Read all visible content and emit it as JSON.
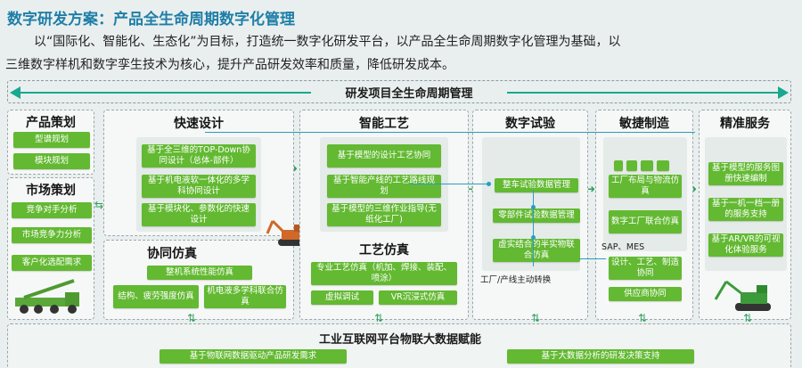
{
  "title": "数字研发方案：产品全生命周期数字化管理",
  "intro": {
    "line1": "以“国际化、智能化、生态化”为目标，打造统一数字化研发平台，以产品全生命周期数字化管理为基础，以",
    "line2": "三维数字样机和数字孪生技术为核心，提升产品研发效率和质量，降低研发成本。"
  },
  "band": {
    "label": "研发项目全生命周期管理"
  },
  "panels": {
    "product_planning": {
      "title": "产品策划",
      "items": [
        "型谱规划",
        "模块规划"
      ]
    },
    "market_planning": {
      "title": "市场策划",
      "items": [
        "竞争对手分析",
        "市场竞争力分析",
        "客户化选配需求"
      ]
    },
    "fast_design": {
      "title": "快速设计",
      "items": [
        "基于全三维的TOP-Down协同设计（总体-部件）",
        "基于机电液软一体化的多学科协同设计",
        "基于模块化、参数化的快速设计"
      ]
    },
    "collab_sim": {
      "title": "协同仿真",
      "items": [
        "整机系统性能仿真",
        "结构、疲劳强度仿真",
        "机电液多学科联合仿真"
      ]
    },
    "smart_process": {
      "title": "智能工艺",
      "items": [
        "基于模型的设计工艺协同",
        "基于智能产线的工艺路线规划",
        "基于模型的三维作业指导(无纸化工厂)"
      ]
    },
    "process_sim": {
      "title": "工艺仿真",
      "items": [
        "专业工艺仿真（机加、焊接、装配、喷涂）",
        "虚拟调试",
        "VR沉浸式仿真"
      ]
    },
    "digital_test": {
      "title": "数字试验",
      "items": [
        "整车试验数据管理",
        "零部件试验数据管理",
        "虚实结合的半实物联合仿真"
      ],
      "note": "工厂/产线主动转换"
    },
    "agile_mfg": {
      "title": "敏捷制造",
      "items": [
        "工厂布局与物流仿真",
        "数字工厂联合仿真",
        "设计、工艺、制造协同",
        "供应商协同"
      ],
      "note": "SAP、MES"
    },
    "precise_service": {
      "title": "精准服务",
      "items": [
        "基于模型的服务图册快速编制",
        "基于一机一档一册的服务支持",
        "基于AR/VR的可视化体验服务"
      ]
    }
  },
  "bottom": {
    "label": "工业互联网平台物联大数据赋能",
    "items": [
      "基于物联网数据驱动产品研发需求",
      "基于大数据分析的研发决策支持"
    ]
  },
  "colors": {
    "accent": "#1f7ea8",
    "green": "#63b932",
    "teal": "#18a88f",
    "connector": "#2a9dc2"
  }
}
